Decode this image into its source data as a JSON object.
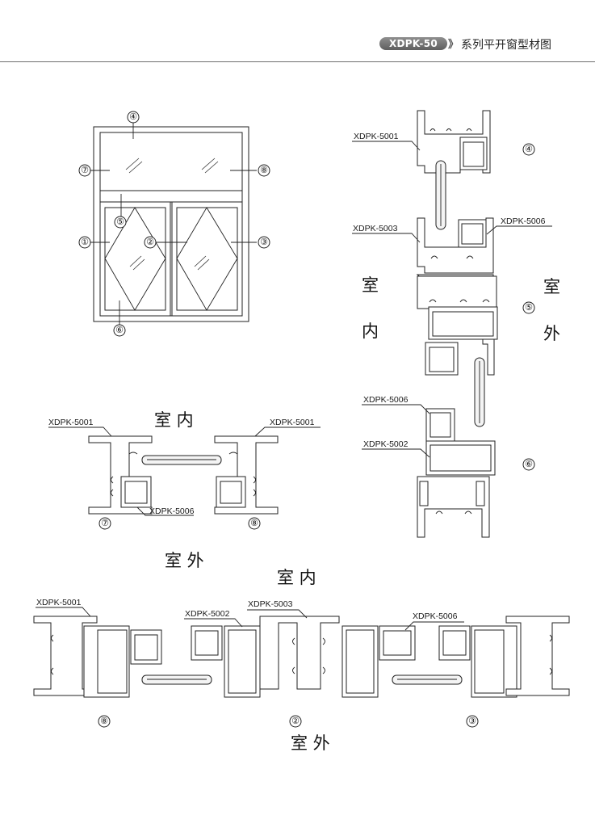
{
  "header": {
    "badge": "XDPK-50",
    "arrows": "》",
    "title": "系列平开窗型材图"
  },
  "window_markers": [
    "④",
    "⑦",
    "⑧",
    "⑤",
    "①",
    "②",
    "③",
    "⑥"
  ],
  "vertical_section": {
    "labels": [
      "XDPK-5001",
      "XDPK-5003",
      "XDPK-5006",
      "XDPK-5006",
      "XDPK-5002"
    ],
    "markers": [
      "④",
      "⑤",
      "⑥"
    ],
    "inside": [
      "室",
      "内"
    ],
    "outside": [
      "室",
      "外"
    ]
  },
  "section_78": {
    "inside": "室 内",
    "outside": "室 外",
    "labels": [
      "XDPK-5001",
      "XDPK-5001",
      "XDPK-5006"
    ],
    "markers": [
      "⑦",
      "⑧"
    ]
  },
  "horizontal_section": {
    "inside": "室 内",
    "outside": "室 外",
    "labels": [
      "XDPK-5001",
      "XDPK-5002",
      "XDPK-5003",
      "XDPK-5006"
    ],
    "markers": [
      "⑧",
      "②",
      "③"
    ]
  }
}
